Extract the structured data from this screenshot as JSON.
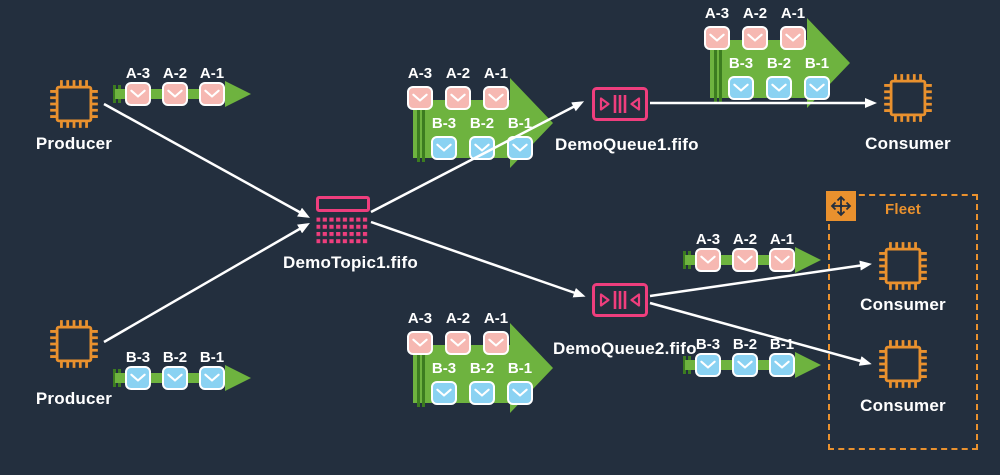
{
  "palette": {
    "background": "#232F3E",
    "node_orange": "#E9912E",
    "topic_queue_pink": "#EE3E7D",
    "arrow_green": "#6EB33F",
    "arrow_tail_dark_green": "#3C7C20",
    "envelope_a_pink": "#F6B8B2",
    "envelope_b_blue": "#8AD2F2",
    "line_white": "#FFFFFF"
  },
  "nodes": {
    "producer_top": "Producer",
    "producer_bottom": "Producer",
    "topic": "DemoTopic1.fifo",
    "queue1": "DemoQueue1.fifo",
    "queue2": "DemoQueue2.fifo",
    "consumer_top": "Consumer",
    "fleet_label": "Fleet",
    "fleet_consumer_top": "Consumer",
    "fleet_consumer_bottom": "Consumer"
  },
  "messages": {
    "a": [
      "A-3",
      "A-2",
      "A-1"
    ],
    "b": [
      "B-3",
      "B-2",
      "B-1"
    ]
  },
  "icons": {
    "producer": "chip-icon",
    "consumer": "chip-icon",
    "topic": "sns-fifo-topic-icon",
    "queue": "sqs-fifo-queue-icon",
    "fleet": "scale-out-icon",
    "message": "envelope-icon"
  }
}
